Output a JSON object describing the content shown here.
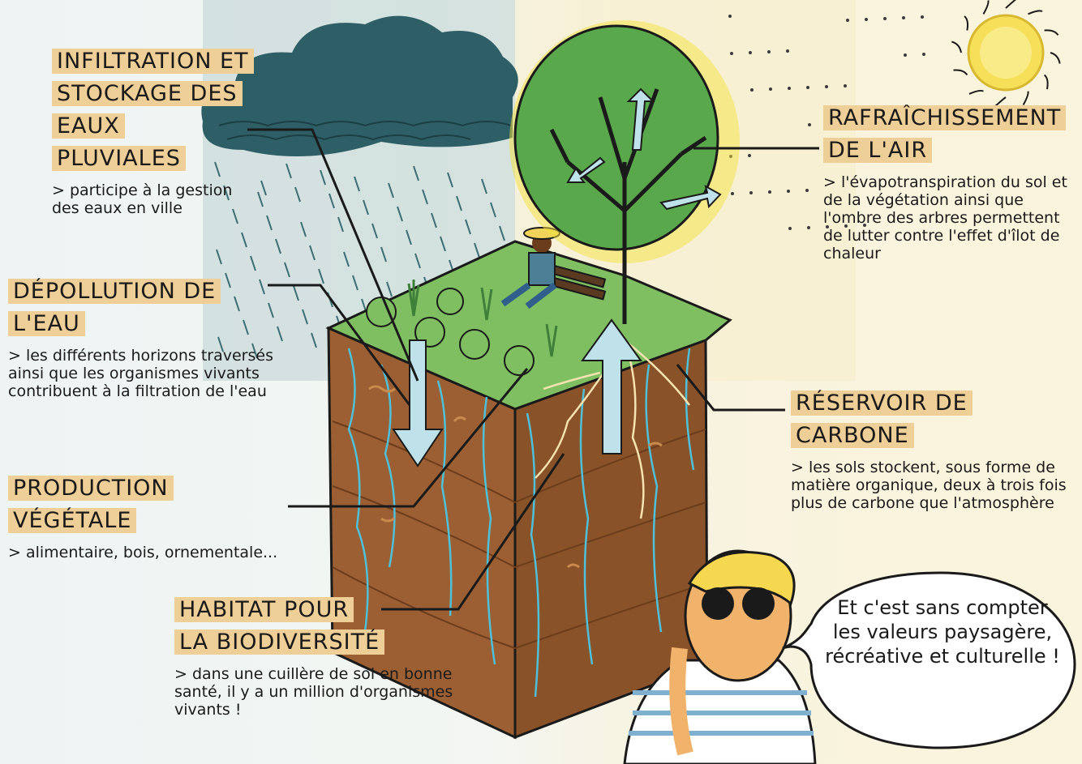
{
  "illustration_name": "soil-ecosystem-services",
  "colors": {
    "label_highlight": "#efcf98",
    "sky_rain": "#5f8f94",
    "cloud": "#2f5f66",
    "sun": "#f6e05a",
    "grass": "#7fbf62",
    "soil_top": "#a56a3a",
    "soil_bottom": "#7a4a26",
    "water_vein": "#4fc0d8",
    "roots": "#f4e2b0",
    "arrow": "#bfe2ea"
  },
  "labels": {
    "infiltration": {
      "title": "INFILTRATION ET STOCKAGE DES EAUX PLUVIALES",
      "desc": "> participe à la gestion des eaux en ville"
    },
    "depollution": {
      "title": "DÉPOLLUTION DE L'EAU",
      "desc": "> les différents horizons traversés ainsi que les organismes vivants contribuent à la filtration de l'eau"
    },
    "production": {
      "title": "PRODUCTION VÉGÉTALE",
      "desc": "> alimentaire, bois, ornementale..."
    },
    "habitat": {
      "title": "HABITAT POUR LA BIODIVERSITÉ",
      "desc": "> dans une cuillère de sol en bonne santé, il y a un million d'organismes vivants !"
    },
    "rafraichissement": {
      "title": "RAFRAÎCHISSEMENT DE L'AIR",
      "desc": "> l'évapotranspiration du sol et de la végétation ainsi que l'ombre des arbres permettent de lutter contre l'effet d'îlot de chaleur"
    },
    "reservoir": {
      "title": "RÉSERVOIR DE CARBONE",
      "desc": "> les sols stockent, sous forme de matière organique, deux à trois fois plus de carbone que l'atmosphère"
    }
  },
  "speech_bubble": {
    "text": "Et c'est sans compter les valeurs paysagère, récréative et culturelle !"
  }
}
